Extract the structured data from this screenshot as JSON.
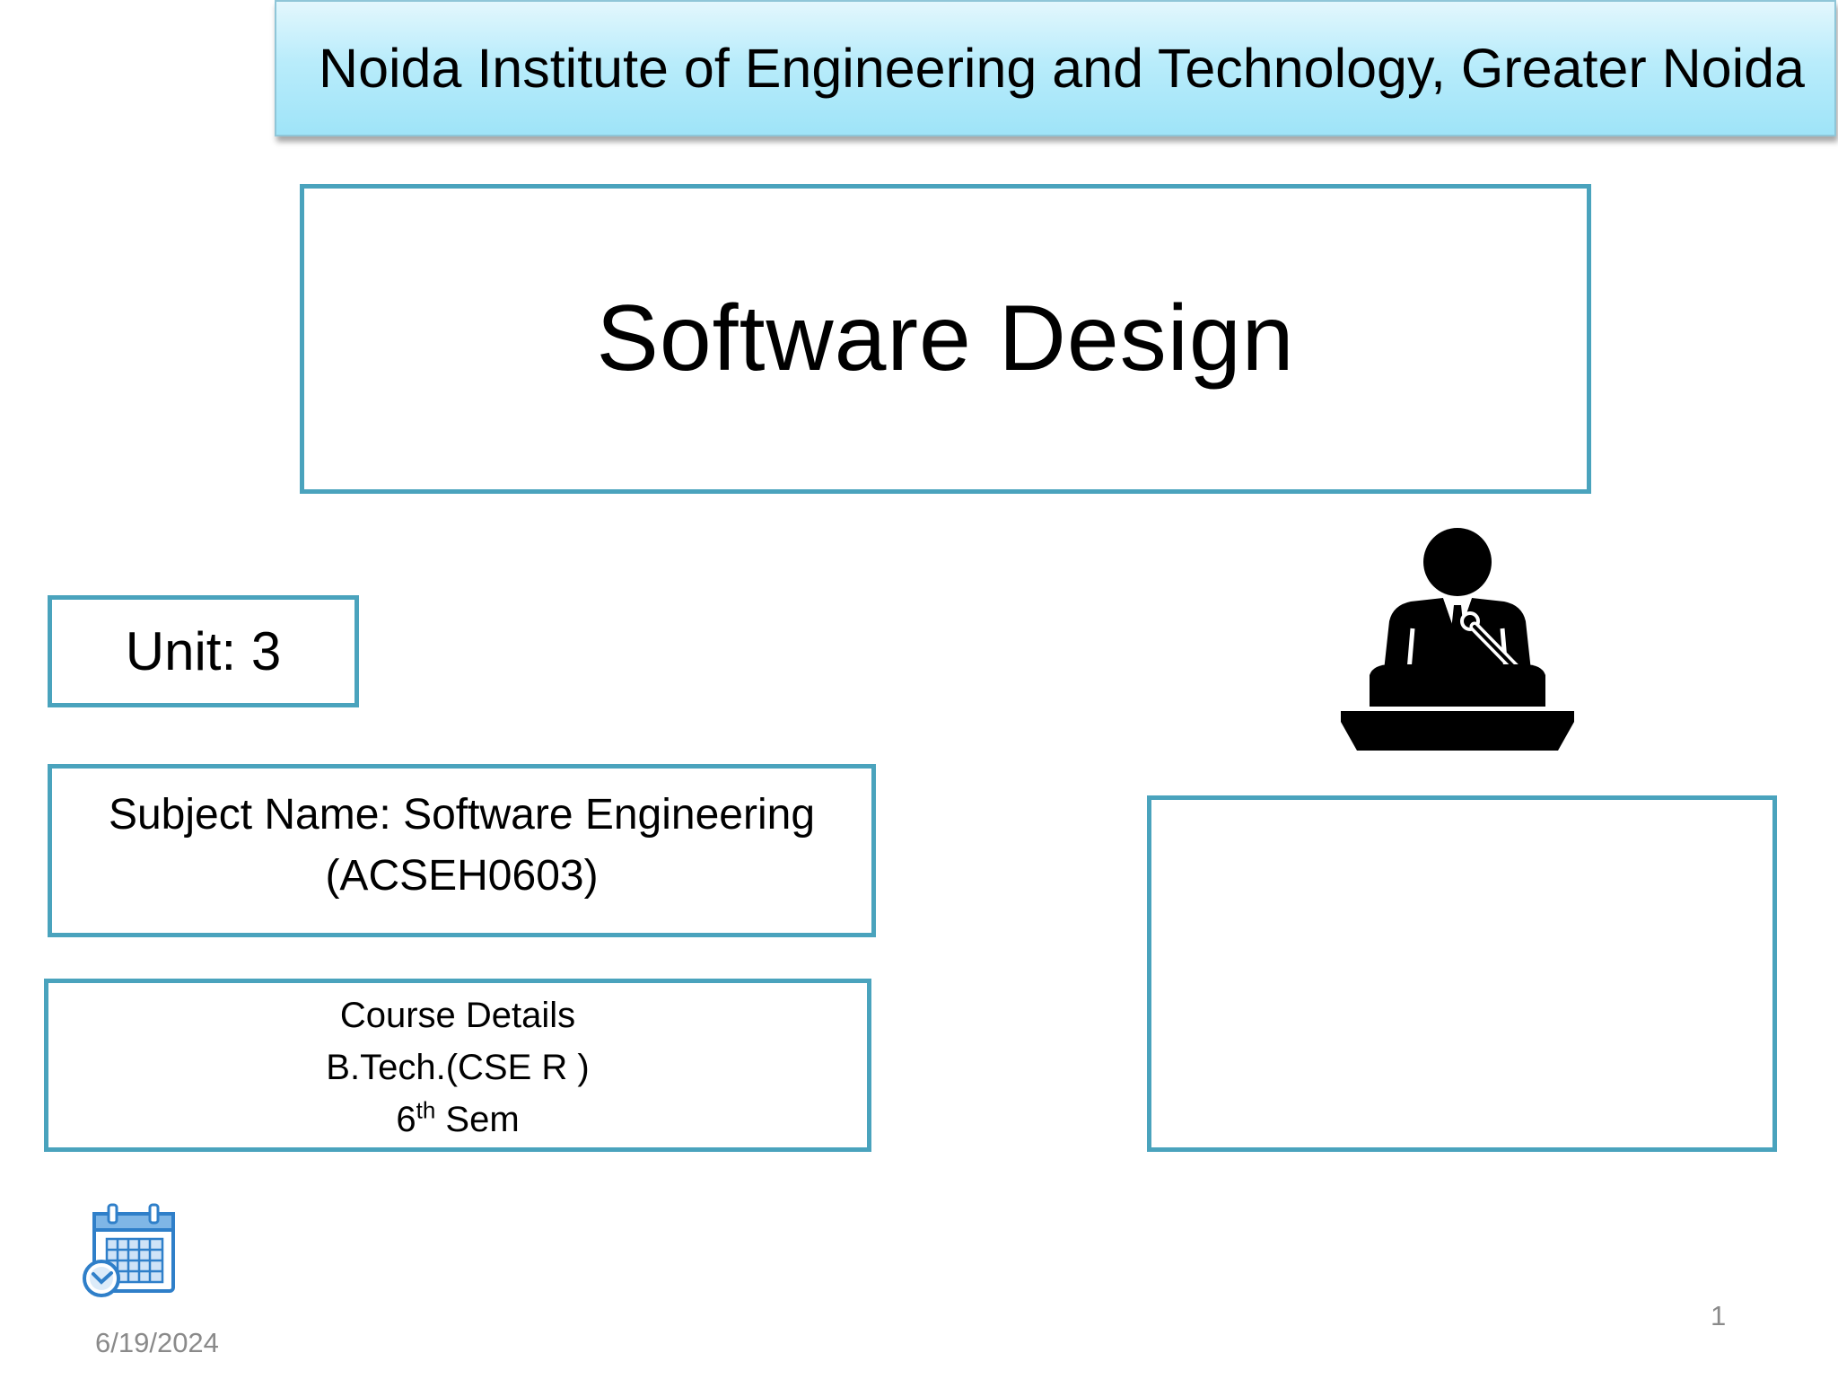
{
  "header": {
    "institute": "Noida Institute of Engineering and Technology, Greater Noida"
  },
  "title": {
    "text": "Software Design"
  },
  "unit": {
    "label": "Unit: 3"
  },
  "subject": {
    "line1": "Subject Name:  Software Engineering",
    "line2": "(ACSEH0603)"
  },
  "course": {
    "heading": "Course Details",
    "program": "B.Tech.(CSE R )",
    "sem_number": "6",
    "sem_suffix": "th",
    "sem_word": " Sem"
  },
  "icons": {
    "speaker": "speaker-at-podium-icon",
    "calendar": "calendar-clock-icon"
  },
  "footer": {
    "date": "6/19/2024",
    "page": "1"
  },
  "colors": {
    "box_border": "#4aa3bd",
    "banner_top": "#e3f7fd",
    "banner_bottom": "#9fe4f8",
    "footer_text": "#8a8a8a",
    "calendar_blue": "#2f7fc9"
  }
}
